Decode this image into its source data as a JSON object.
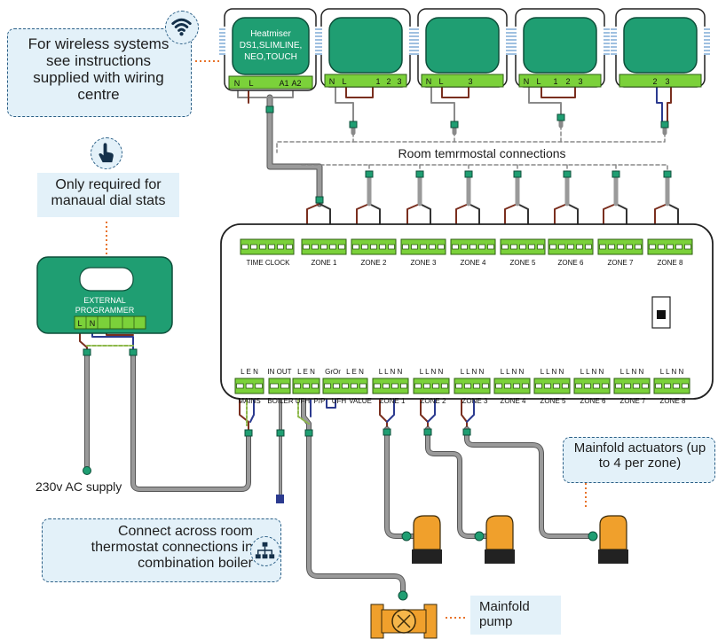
{
  "thermostat_labels": {
    "first_line1": "Heatmiser",
    "first_line2": "DS1,SLIMLINE,",
    "first_line3": "NEO,TOUCH"
  },
  "stat_terminal_labels": [
    [
      "N",
      "L",
      "A1",
      "A2"
    ],
    [
      "N",
      "L",
      "1",
      "2",
      "3"
    ],
    [
      "N",
      "L",
      "3"
    ],
    [
      "N",
      "L",
      "1",
      "2",
      "3"
    ],
    [
      "2",
      "3"
    ]
  ],
  "room_connections_label": "Room temrmostal connections",
  "wireless_note": "For wireless systems see instructions supplied with wiring centre",
  "manual_note": "Only required for manaual dial stats",
  "programmer": {
    "line1": "EXTERNAL",
    "line2": "PROGRAMMER",
    "terminals": [
      "L",
      "N"
    ]
  },
  "top_terminal_labels": [
    "TIME CLOCK",
    "ZONE 1",
    "ZONE 2",
    "ZONE 3",
    "ZONE 4",
    "ZONE 5",
    "ZONE 6",
    "ZONE 7",
    "ZONE 8"
  ],
  "bottom_terminal_labels": [
    "MAINS",
    "BOILER",
    "UFH",
    "P/P",
    "UFH",
    "VALUE",
    "ZONE 1",
    "ZONE 2",
    "ZONE 3",
    "ZONE 4",
    "ZONE 5",
    "ZONE 6",
    "ZONE 7",
    "ZONE 8"
  ],
  "bottom_pin_labels": [
    "L E N",
    "IN OUT",
    "L E N",
    "GrOr",
    "L E N",
    "L L N N"
  ],
  "supply_label": "230v AC supply",
  "combination_note": "Connect across room thermostat connections in combination boiler",
  "actuator_note": "Mainfold actuators (up to 4 per zone)",
  "pump_note": "Mainfold pump",
  "icons": [
    "wifi-icon",
    "hand-pointer-icon",
    "network-icon"
  ],
  "colors": {
    "callout_bg": "#e3f1f9",
    "callout_border": "#2b5f86",
    "terminal_green": "#7bd13a",
    "thermostat_teal": "#1f9e72",
    "actuator_orange": "#f0a02c",
    "wire_live": "#7a2f1f",
    "wire_neutral": "#2b3a8f",
    "wire_grey": "#8a8a8a",
    "accent_orange": "#e8732a"
  }
}
